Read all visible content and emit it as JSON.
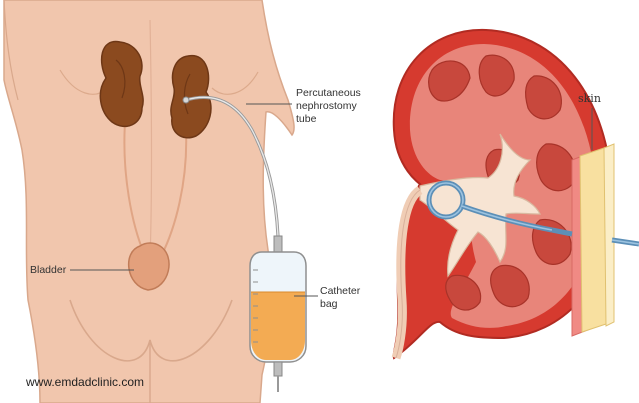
{
  "labels": {
    "tube_line1": "Percutaneous",
    "tube_line2": "nephrostomy",
    "tube_line3": "tube",
    "bladder": "Bladder",
    "bag_line1": "Catheter",
    "bag_line2": "bag",
    "skin": "skin"
  },
  "watermark": "www.emdadclinic.com",
  "colors": {
    "body_skin": "#f1c6ad",
    "kidney_brown": "#8b4a1f",
    "bladder": "#e3a07c",
    "urine": "#f2a64a",
    "kidney_red": "#d63a2f",
    "catheter_blue": "#6a9fc4"
  }
}
